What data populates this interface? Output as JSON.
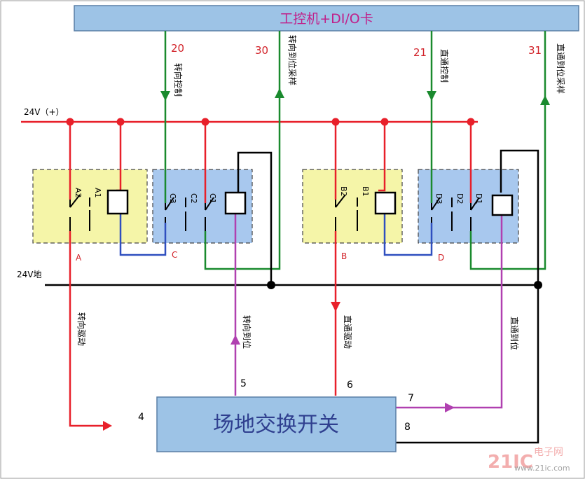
{
  "header": {
    "title": "工控机+DI/O卡"
  },
  "power": {
    "positive": "24V（+）",
    "ground": "24V地"
  },
  "signals": {
    "n20": "20",
    "n21": "21",
    "n30": "30",
    "n31": "31",
    "turn_control": "转向控制",
    "straight_control": "直通控制",
    "turn_feedback_sample": "转向到位采样",
    "straight_feedback_sample": "直通到位采样"
  },
  "relays": {
    "a1": "A1",
    "a2": "A2",
    "b1": "B1",
    "b2": "B2",
    "c1": "C1",
    "c2": "C2",
    "c3": "C3",
    "d1": "D1",
    "d2": "D2",
    "d3": "D3"
  },
  "nodes": {
    "a": "A",
    "b": "B",
    "c": "C",
    "d": "D"
  },
  "lower": {
    "turn_drive": "转向驱动",
    "straight_drive": "直通驱动",
    "turn_in_place": "转向到位",
    "straight_in_place": "直通到位"
  },
  "switch_box": {
    "label": "场地交换开关",
    "p4": "4",
    "p5": "5",
    "p6": "6",
    "p7": "7",
    "p8": "8"
  },
  "watermark": {
    "brand": "21IC",
    "cn": "电子网",
    "url": "www.21ic.com"
  },
  "colors": {
    "red": "#e8202a",
    "green": "#1a8a2e",
    "blue": "#2f4fbf",
    "magenta": "#b040b0",
    "black": "#000000",
    "header_fill": "#9dc3e6",
    "yellow_fill": "#f5f5a8",
    "blue_fill": "#a8c8ee",
    "label_red": "#d2232a"
  }
}
